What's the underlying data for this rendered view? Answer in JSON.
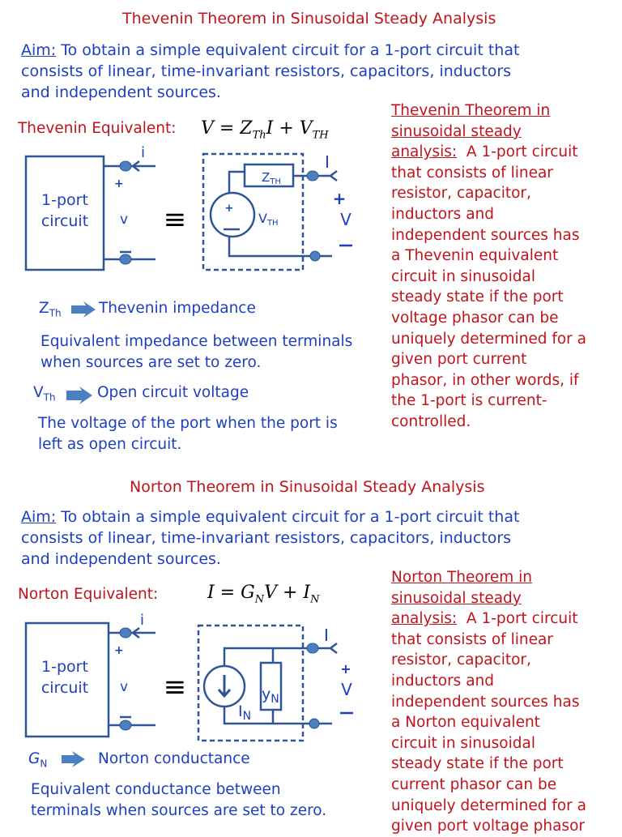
{
  "thevenin": {
    "title": "Thevenin Theorem in Sinusoidal Steady Analysis",
    "aim_label": "Aim:",
    "aim_lines": [
      " To obtain a simple equivalent circuit for a 1-port circuit that",
      "consists of linear, time-invariant resistors, capacitors, inductors",
      "and independent sources."
    ],
    "equivalent_label": "Thevenin Equivalent:",
    "equation": {
      "lhs": "V = Z",
      "sub1": "Th",
      "mid": "I + V",
      "sub2": "TH"
    },
    "circuit": {
      "box_label_1": "1-port",
      "box_label_2": "circuit",
      "current_label": "i",
      "plus": "+",
      "voltage_label": "v",
      "minus": "—",
      "equiv_symbol": "≡",
      "impedance_label": "Z",
      "impedance_sub": "TH",
      "source_label": "V",
      "source_sub": "TH",
      "port_current": "I",
      "port_plus": "+",
      "port_voltage": "V",
      "port_minus": "—"
    },
    "definitions": [
      {
        "symbol": "Z",
        "sub": "Th",
        "meaning": "Thevenin impedance",
        "description": [
          "Equivalent impedance between terminals",
          "when sources are set to zero."
        ]
      },
      {
        "symbol": "V",
        "sub": "Th",
        "meaning": "Open circuit voltage",
        "description": [
          "The voltage of the port when the port is",
          "left as open circuit."
        ]
      }
    ],
    "side_heading": [
      "Thevenin Theorem in",
      "sinusoidal steady",
      "analysis:"
    ],
    "side_first_tail": "  A 1-port circuit",
    "side_lines": [
      "that consists of linear",
      "resistor, capacitor,",
      "inductors and",
      "independent sources has",
      "a Thevenin equivalent",
      "circuit in sinusoidal",
      "steady state if the port",
      "voltage phasor can be",
      "uniquely determined for a",
      "given port current",
      "phasor, in other words, if",
      "the 1-port is current-",
      "controlled."
    ]
  },
  "norton": {
    "title": "Norton Theorem in Sinusoidal Steady Analysis",
    "aim_label": "Aim:",
    "aim_lines": [
      " To obtain a simple equivalent circuit for a 1-port circuit that",
      "consists of linear, time-invariant resistors, capacitors, inductors",
      "and independent sources."
    ],
    "equivalent_label": "Norton Equivalent:",
    "equation": {
      "lhs": "I = G",
      "sub1": "N",
      "mid": "V + I",
      "sub2": "N"
    },
    "circuit": {
      "box_label_1": "1-port",
      "box_label_2": "circuit",
      "current_label": "i",
      "plus": "+",
      "voltage_label": "v",
      "minus": "—",
      "equiv_symbol": "≡",
      "source_label": "I",
      "source_sub": "N",
      "admittance_label": "y",
      "admittance_sub": "N",
      "port_current": "I",
      "port_plus": "+",
      "port_voltage": "V",
      "port_minus": "—"
    },
    "definitions": [
      {
        "symbol": "G",
        "sub": "N",
        "meaning": "Norton conductance",
        "description": [
          "Equivalent conductance between",
          "terminals when sources are set to zero."
        ]
      }
    ],
    "side_heading": [
      "Norton Theorem in",
      "sinusoidal steady",
      "analysis:"
    ],
    "side_first_tail": "  A 1-port circuit",
    "side_lines": [
      "that consists of linear",
      "resistor, capacitor,",
      "inductors and",
      "independent sources has",
      "a Norton equivalent",
      "circuit in sinusoidal",
      "steady state if the port",
      "current phasor can be",
      "uniquely determined for a",
      "given port voltage phasor"
    ]
  },
  "colors": {
    "heading_red": "#c0141c",
    "body_blue": "#1d3fbf",
    "wire": "#2f5597",
    "arrow": "#4a7fc0"
  }
}
